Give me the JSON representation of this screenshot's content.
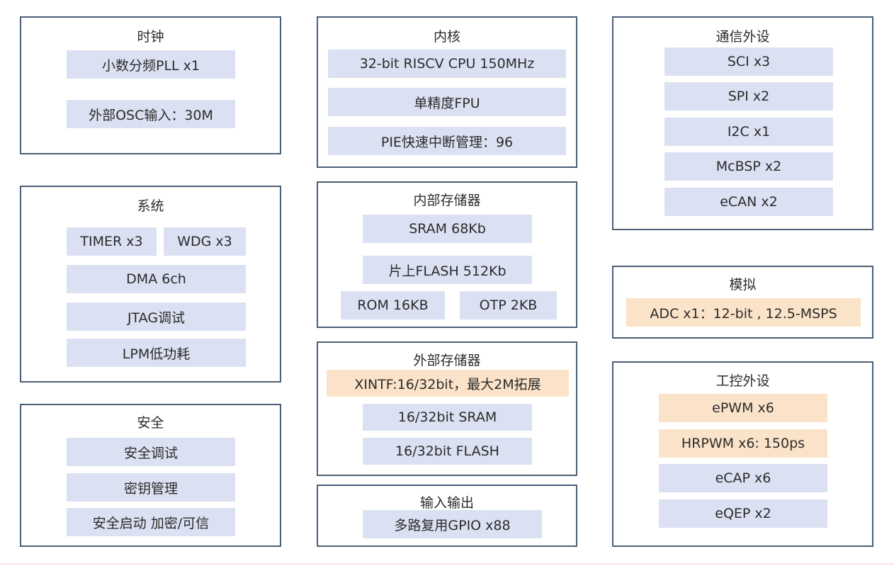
{
  "colors": {
    "border": "#4a5f78",
    "item_fill": "#dbe1f2",
    "highlight_fill": "#fbe3c9"
  },
  "clock": {
    "title": "时钟",
    "items": [
      "小数分频PLL x1",
      "外部OSC输入：30M"
    ]
  },
  "system": {
    "title": "系统",
    "items": [
      "TIMER x3",
      "WDG x3",
      "DMA 6ch",
      "JTAG调试",
      "LPM低功耗"
    ]
  },
  "security": {
    "title": "安全",
    "items": [
      "安全调试",
      "密钥管理",
      "安全启动 加密/可信"
    ]
  },
  "core": {
    "title": "内核",
    "items": [
      "32-bit RISCV CPU 150MHz",
      "单精度FPU",
      "PIE快速中断管理：96"
    ]
  },
  "internal_memory": {
    "title": "内部存储器",
    "items": [
      "SRAM 68Kb",
      "片上FLASH 512Kb",
      "ROM 16KB",
      "OTP 2KB"
    ]
  },
  "external_memory": {
    "title": "外部存储器",
    "items": [
      "XINTF:16/32bit，最大2M拓展",
      "16/32bit SRAM",
      "16/32bit FLASH"
    ]
  },
  "io": {
    "title": "输入输出",
    "items": [
      "多路复用GPIO x88"
    ]
  },
  "comm": {
    "title": "通信外设",
    "items": [
      "SCI x3",
      "SPI x2",
      "I2C x1",
      "McBSP x2",
      "eCAN x2"
    ]
  },
  "analog": {
    "title": "模拟",
    "items": [
      "ADC x1：12-bit , 12.5-MSPS"
    ]
  },
  "control": {
    "title": "工控外设",
    "items": [
      "ePWM x6",
      "HRPWM x6: 150ps",
      "eCAP x6",
      "eQEP x2"
    ]
  }
}
